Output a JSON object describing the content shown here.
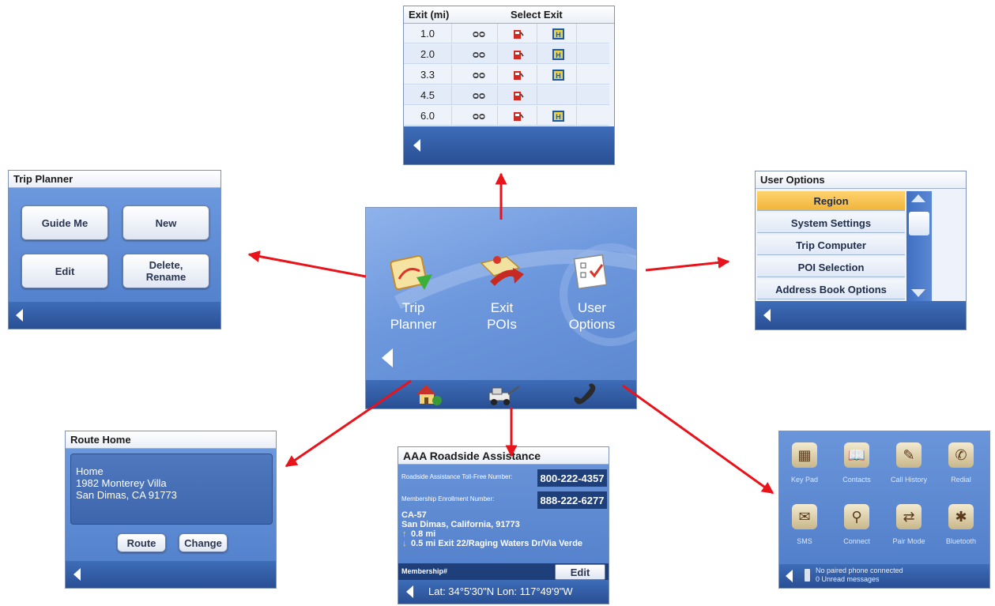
{
  "exit_pois": {
    "header_exit": "Exit (mi)",
    "header_select": "Select Exit",
    "rows": [
      {
        "dist": "1.0",
        "hotel": true
      },
      {
        "dist": "2.0",
        "hotel": true
      },
      {
        "dist": "3.3",
        "hotel": true
      },
      {
        "dist": "4.5",
        "hotel": false
      },
      {
        "dist": "6.0",
        "hotel": true
      }
    ]
  },
  "trip_planner": {
    "title": "Trip Planner",
    "buttons": [
      "Guide Me",
      "New",
      "Edit",
      "Delete,\nRename"
    ]
  },
  "main_menu": {
    "items": [
      "Trip\nPlanner",
      "Exit\nPOIs",
      "User\nOptions"
    ]
  },
  "user_options": {
    "title": "User Options",
    "items": [
      "Region",
      "System Settings",
      "Trip Computer",
      "POI Selection",
      "Address Book Options"
    ]
  },
  "route_home": {
    "title": "Route Home",
    "name": "Home",
    "street": "1982 Monterey Villa",
    "city": "San Dimas, CA  91773",
    "route_button": "Route",
    "change_button": "Change"
  },
  "aaa": {
    "title": "AAA Roadside Assistance",
    "tollfree_label": "Roadside Assistance Toll-Free Number:",
    "tollfree_number": "800-222-4357",
    "membership_label": "Membership Enrollment Number:",
    "membership_number": "888-222-6277",
    "road": "CA-57",
    "city": "San Dimas, California, 91773",
    "dir1": "0.8 mi",
    "dir2": "0.5 mi Exit 22/Raging Waters Dr/Via Verde",
    "membership_field": "Membership#",
    "edit_button": "Edit",
    "coords": "Lat: 34°5'30\"N  Lon: 117°49'9\"W"
  },
  "phone": {
    "items": [
      "Key Pad",
      "Contacts",
      "Call History",
      "Redial",
      "SMS",
      "Connect",
      "Pair Mode",
      "Bluetooth"
    ],
    "status1": "No paired phone connected",
    "status2": "0 Unread messages"
  },
  "colors": {
    "arrow": "#e8131b",
    "accent": "#f0b43b"
  }
}
